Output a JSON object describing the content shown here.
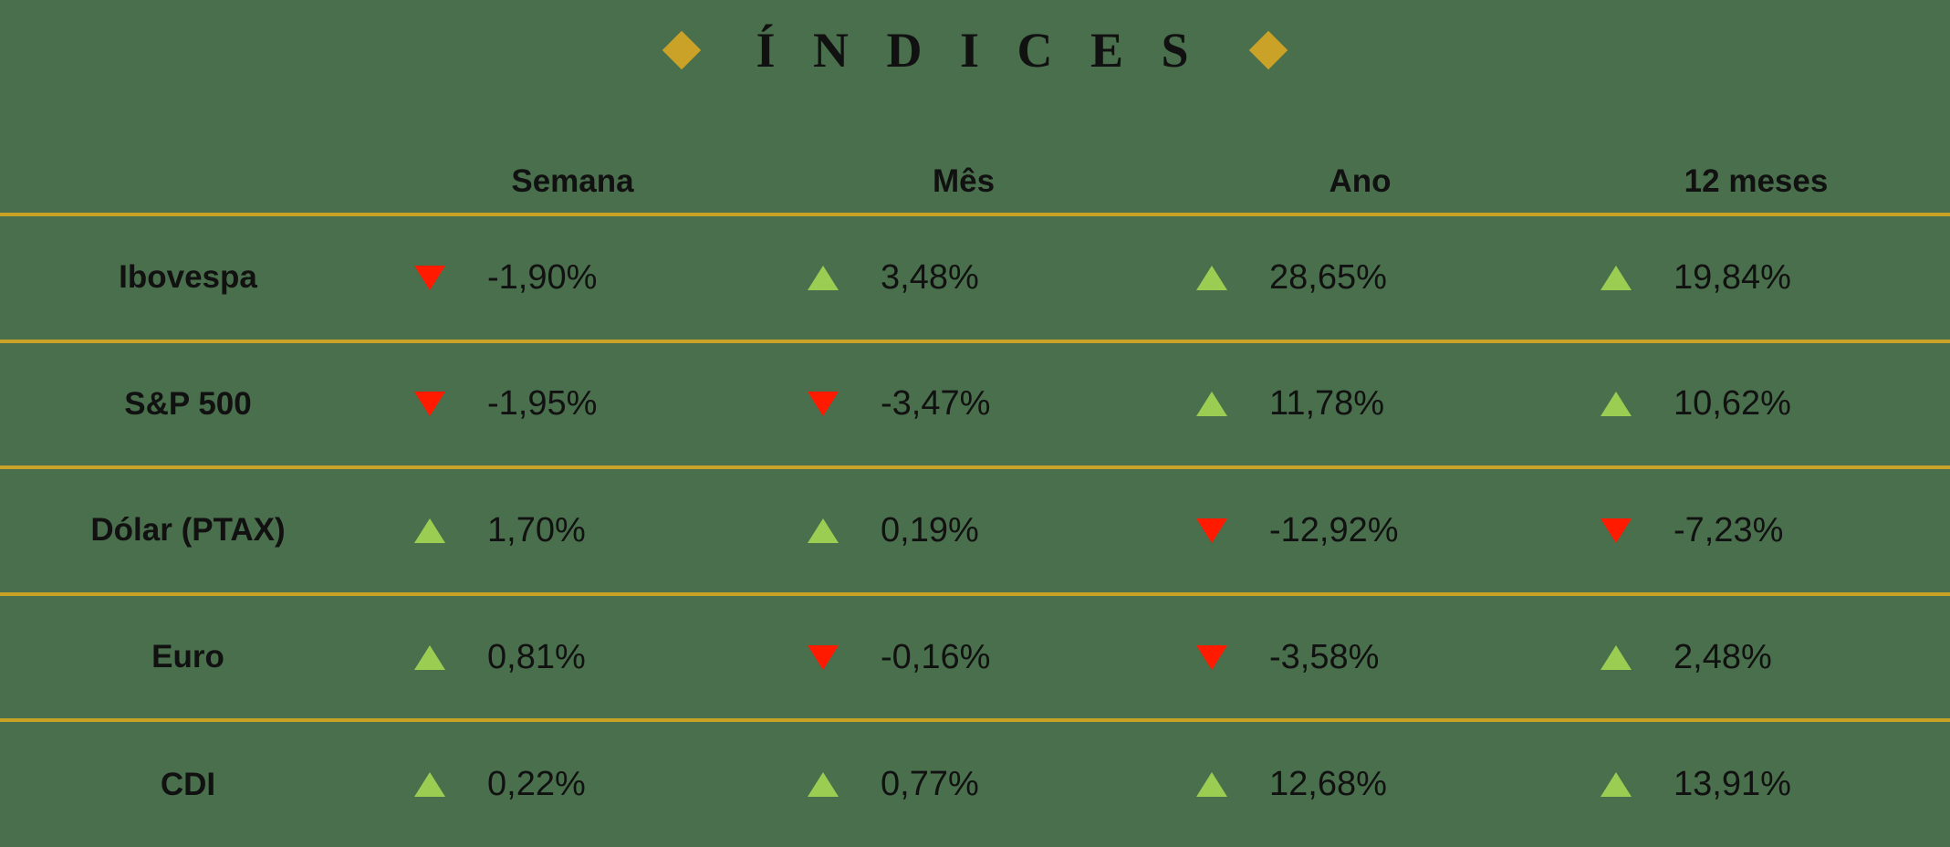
{
  "header": {
    "title": "Í N D I C E S",
    "left_diamond_icon": "diamond-icon",
    "right_diamond_icon": "diamond-icon"
  },
  "colors": {
    "background": "#4a6f4c",
    "rule": "#c9a227",
    "accent_gold": "#c9a227",
    "positive": "#9acd52",
    "negative": "#ff1a00",
    "text": "#111111"
  },
  "table": {
    "corner_label": "",
    "columns": [
      "Semana",
      "Mês",
      "Ano",
      "12 meses"
    ],
    "rows": [
      {
        "label": "Ibovespa",
        "cells": [
          {
            "value": "-1,90%",
            "direction": "down"
          },
          {
            "value": "3,48%",
            "direction": "up"
          },
          {
            "value": "28,65%",
            "direction": "up"
          },
          {
            "value": "19,84%",
            "direction": "up"
          }
        ]
      },
      {
        "label": "S&P 500",
        "cells": [
          {
            "value": "-1,95%",
            "direction": "down"
          },
          {
            "value": "-3,47%",
            "direction": "down"
          },
          {
            "value": "11,78%",
            "direction": "up"
          },
          {
            "value": "10,62%",
            "direction": "up"
          }
        ]
      },
      {
        "label": "Dólar (PTAX)",
        "cells": [
          {
            "value": "1,70%",
            "direction": "up"
          },
          {
            "value": "0,19%",
            "direction": "up"
          },
          {
            "value": "-12,92%",
            "direction": "down"
          },
          {
            "value": "-7,23%",
            "direction": "down"
          }
        ]
      },
      {
        "label": "Euro",
        "cells": [
          {
            "value": "0,81%",
            "direction": "up"
          },
          {
            "value": "-0,16%",
            "direction": "down"
          },
          {
            "value": "-3,58%",
            "direction": "down"
          },
          {
            "value": "2,48%",
            "direction": "up"
          }
        ]
      },
      {
        "label": "CDI",
        "cells": [
          {
            "value": "0,22%",
            "direction": "up"
          },
          {
            "value": "0,77%",
            "direction": "up"
          },
          {
            "value": "12,68%",
            "direction": "up"
          },
          {
            "value": "13,91%",
            "direction": "up"
          }
        ]
      }
    ]
  },
  "chart_data": {
    "type": "table",
    "title": "Í N D I C E S",
    "categories": [
      "Semana",
      "Mês",
      "Ano",
      "12 meses"
    ],
    "series": [
      {
        "name": "Ibovespa",
        "values": [
          -1.9,
          3.48,
          28.65,
          19.84
        ]
      },
      {
        "name": "S&P 500",
        "values": [
          -1.95,
          -3.47,
          11.78,
          10.62
        ]
      },
      {
        "name": "Dólar (PTAX)",
        "values": [
          1.7,
          0.19,
          -12.92,
          -7.23
        ]
      },
      {
        "name": "Euro",
        "values": [
          0.81,
          -0.16,
          -3.58,
          2.48
        ]
      },
      {
        "name": "CDI",
        "values": [
          0.22,
          0.77,
          12.68,
          13.91
        ]
      }
    ],
    "unit": "%",
    "xlabel": "",
    "ylabel": ""
  }
}
